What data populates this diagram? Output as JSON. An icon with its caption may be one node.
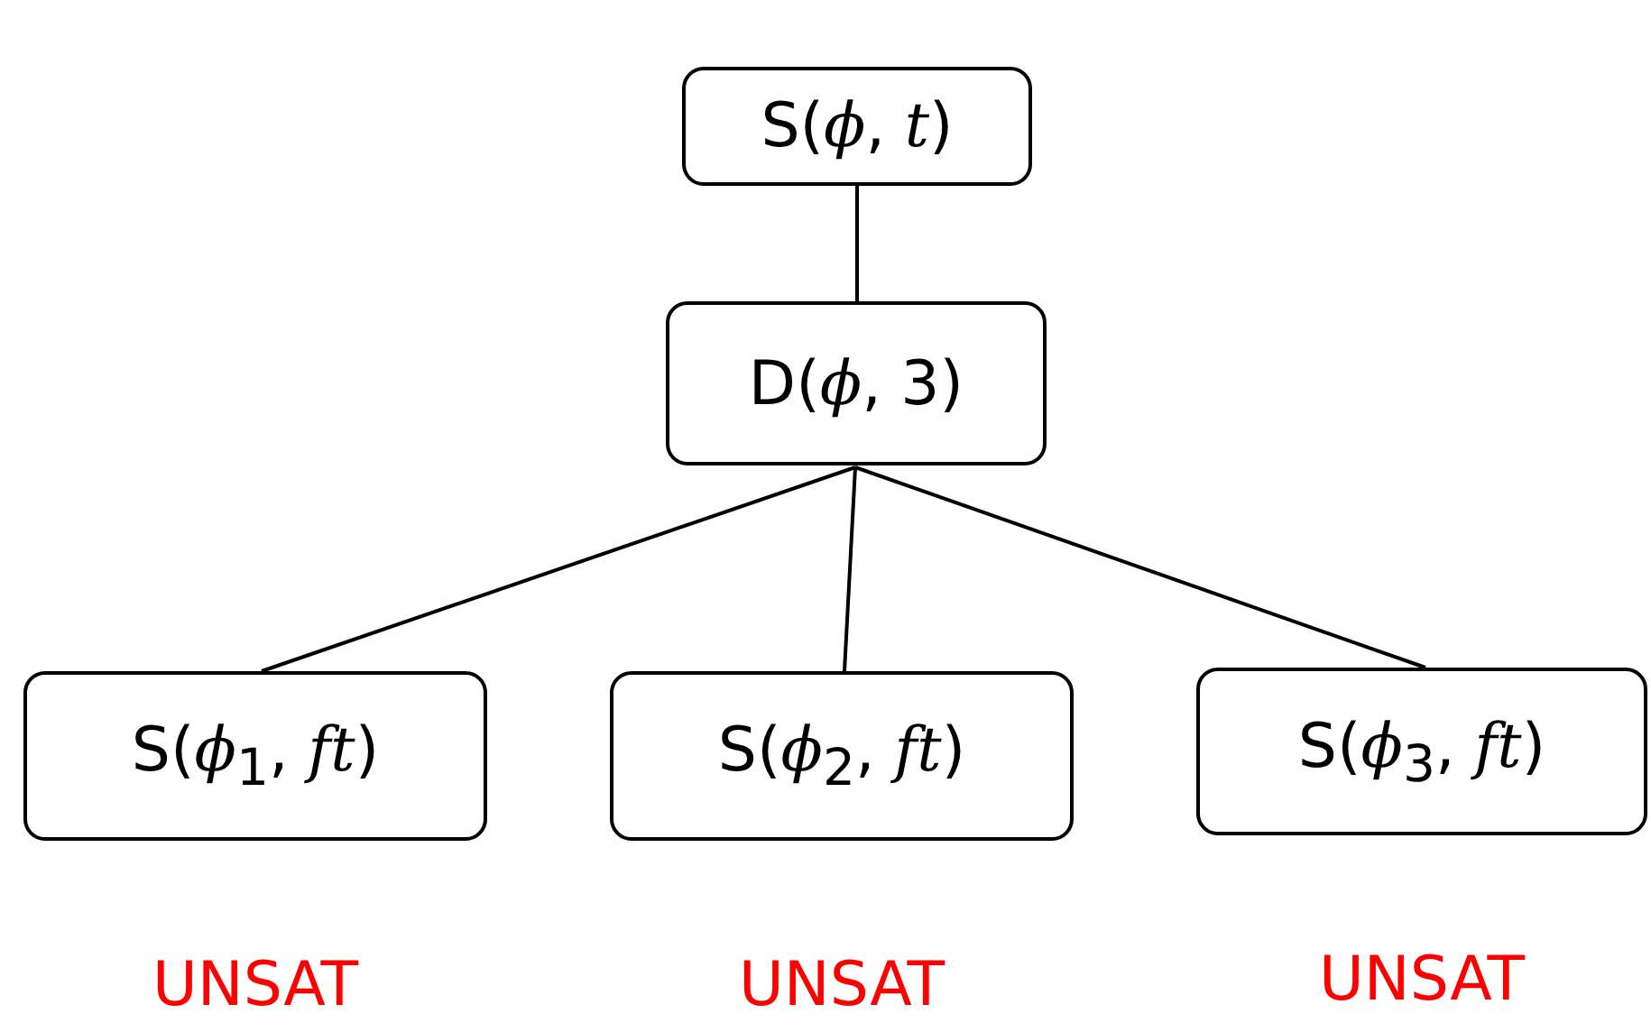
{
  "diagram": {
    "nodes": [
      {
        "text": [
          "S(*ϕ*, *t*)"
        ]
      },
      {
        "text": [
          "D(*ϕ*, 3)"
        ]
      },
      {
        "text": [
          "S(*ϕ*$_{1}$, *ft*)"
        ],
        "beside": [
          "UNSAT"
        ]
      },
      {
        "text": [
          "S(*ϕ*$_{2}$, *ft*)"
        ],
        "beside": [
          "UNSAT"
        ]
      },
      {
        "text": [
          "S(*ϕ*$_{3}$, *ft*)"
        ],
        "beside": [
          "UNSAT"
        ]
      }
    ],
    "edges": [
      {
        "from": 0,
        "to": 1,
        "arrow": "none"
      },
      {
        "from": 1,
        "to": 2,
        "arrow": "none"
      },
      {
        "from": 1,
        "to": 3,
        "arrow": "none"
      },
      {
        "from": 1,
        "to": 4,
        "arrow": "none"
      }
    ]
  }
}
